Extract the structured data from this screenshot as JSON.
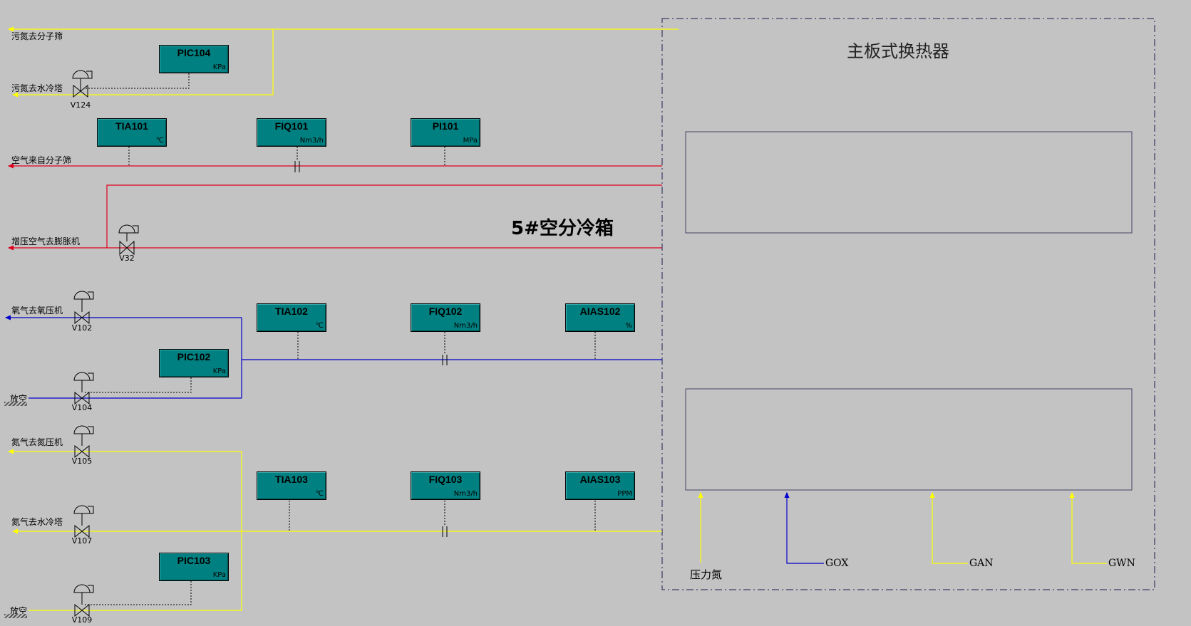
{
  "title": "5#空分冷箱",
  "exchanger": {
    "title": "主板式换热器"
  },
  "streams": {
    "waste_n2_to_sieve": "污氮去分子筛",
    "waste_n2_to_tower": "污氮去水冷塔",
    "air_from_sieve": "空气来自分子筛",
    "boost_air_to_expander": "增压空气去膨胀机",
    "o2_to_compressor": "氧气去氧压机",
    "vent_o2": "放空",
    "n2_to_compressor": "氮气去氮压机",
    "n2_to_tower": "氮气去水冷塔",
    "vent_n2": "放空"
  },
  "instruments": {
    "PIC104": {
      "tag": "PIC104",
      "unit": "KPa"
    },
    "TIA101": {
      "tag": "TIA101",
      "unit": "℃"
    },
    "FIQ101": {
      "tag": "FIQ101",
      "unit": "Nm3/h"
    },
    "PI101": {
      "tag": "PI101",
      "unit": "MPa"
    },
    "TIA102": {
      "tag": "TIA102",
      "unit": "℃"
    },
    "FIQ102": {
      "tag": "FIQ102",
      "unit": "Nm3/h"
    },
    "AIAS102": {
      "tag": "AIAS102",
      "unit": "%"
    },
    "PIC102": {
      "tag": "PIC102",
      "unit": "KPa"
    },
    "TIA103": {
      "tag": "TIA103",
      "unit": "℃"
    },
    "FIQ103": {
      "tag": "FIQ103",
      "unit": "Nm3/h"
    },
    "AIAS103": {
      "tag": "AIAS103",
      "unit": "PPM"
    },
    "PIC103": {
      "tag": "PIC103",
      "unit": "KPa"
    }
  },
  "valves": {
    "V124": "V124",
    "V32": "V32",
    "V102": "V102",
    "V104": "V104",
    "V105": "V105",
    "V107": "V107",
    "V109": "V109"
  },
  "bottom_streams": {
    "pressure_n2": "压力氮",
    "gox": "GOX",
    "gan": "GAN",
    "gwn": "GWN"
  },
  "colors": {
    "background": "#c3c3c3",
    "instrument": "#008080",
    "air_line": "#e0001b",
    "oxygen_line": "#0000cc",
    "nitrogen_line": "#ffff00"
  }
}
